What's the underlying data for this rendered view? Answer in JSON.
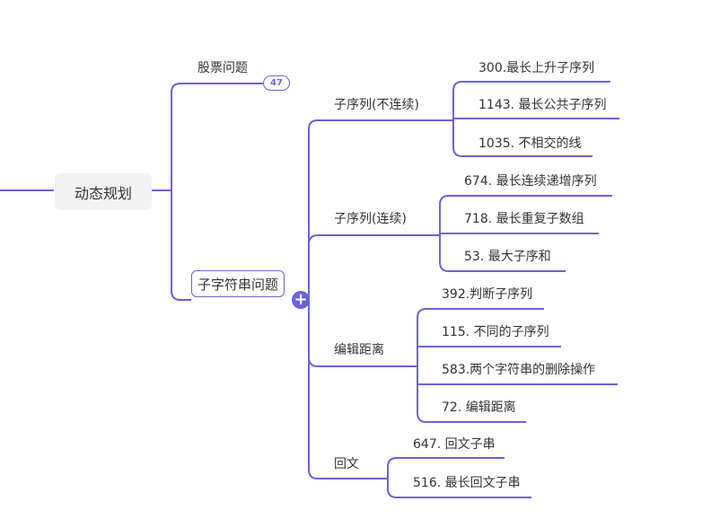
{
  "root": {
    "label": "动态规划"
  },
  "branch_stock": {
    "label": "股票问题",
    "badge": "47"
  },
  "branch_substring": {
    "label": "子字符串问题",
    "expand_icon": "plus-icon"
  },
  "groups": {
    "noncontig": {
      "label": "子序列(不连续)",
      "items": [
        "300.最长上升子序列",
        "1143. 最长公共子序列",
        "1035. 不相交的线"
      ]
    },
    "contig": {
      "label": "子序列(连续)",
      "items": [
        "674. 最长连续递增序列",
        "718. 最长重复子数组",
        "53. 最大子序和"
      ]
    },
    "editdist": {
      "label": "编辑距离",
      "items": [
        "392.判断子序列",
        "115. 不同的子序列",
        "583.两个字符串的删除操作",
        "72. 编辑距离"
      ]
    },
    "palindrome": {
      "label": "回文",
      "items": [
        "647. 回文子串",
        "516. 最长回文子串"
      ]
    }
  },
  "colors": {
    "line": "#6a63d6",
    "root_bg": "#f2f2f2",
    "text": "#333333"
  }
}
